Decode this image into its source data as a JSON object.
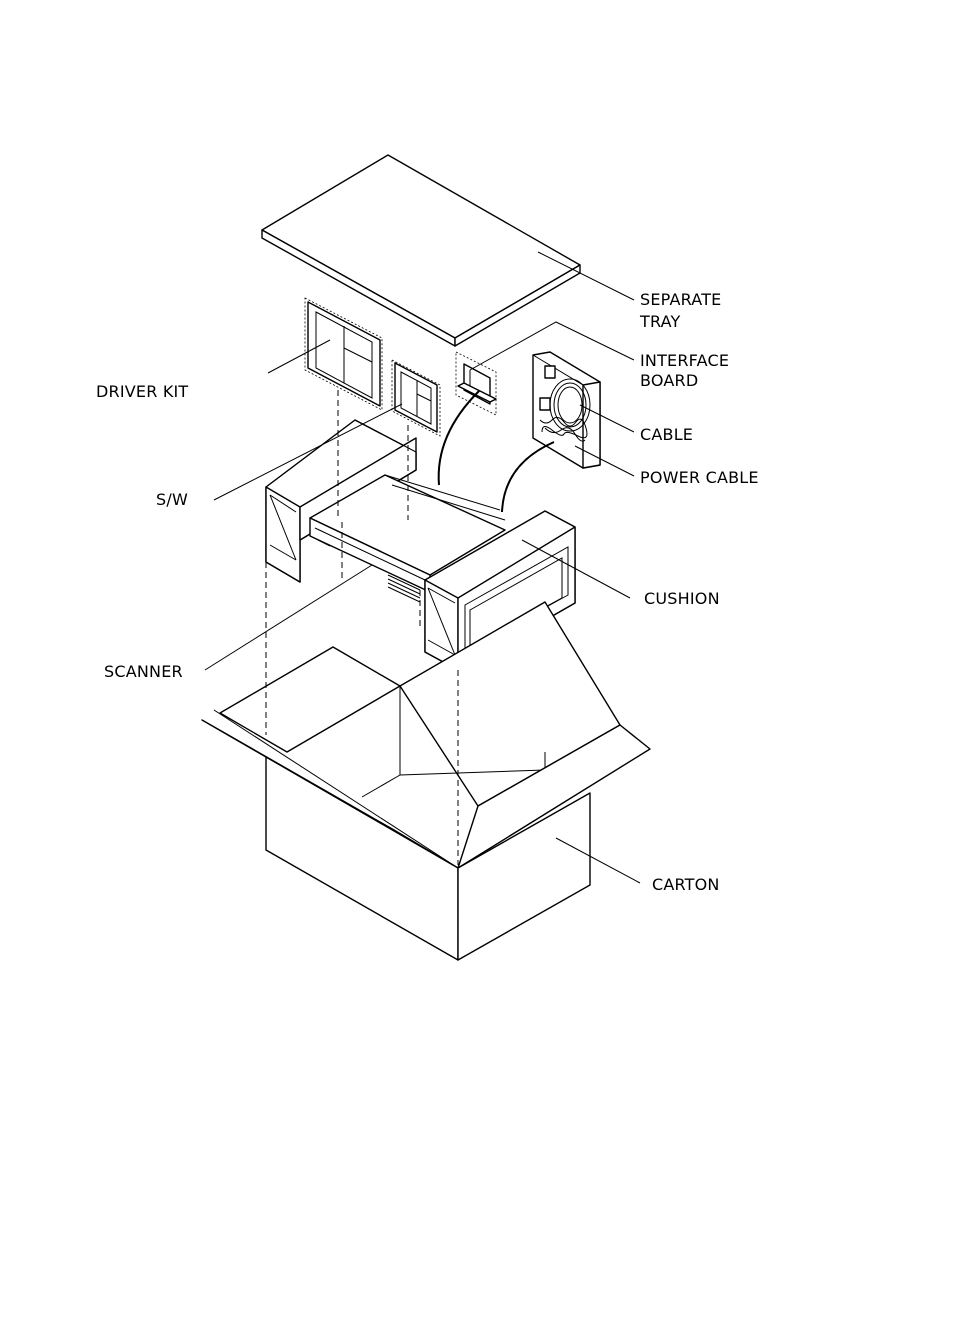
{
  "labels": {
    "separate_tray_line1": "SEPARATE",
    "separate_tray_line2": "TRAY",
    "interface_board_line1": "INTERFACE",
    "interface_board_line2": "BOARD",
    "cable": "CABLE",
    "power_cable": "POWER CABLE",
    "driver_kit": "DRIVER KIT",
    "sw": "S/W",
    "cushion": "CUSHION",
    "scanner": "SCANNER",
    "carton": "CARTON"
  },
  "colors": {
    "line": "#000000",
    "background": "#ffffff"
  }
}
